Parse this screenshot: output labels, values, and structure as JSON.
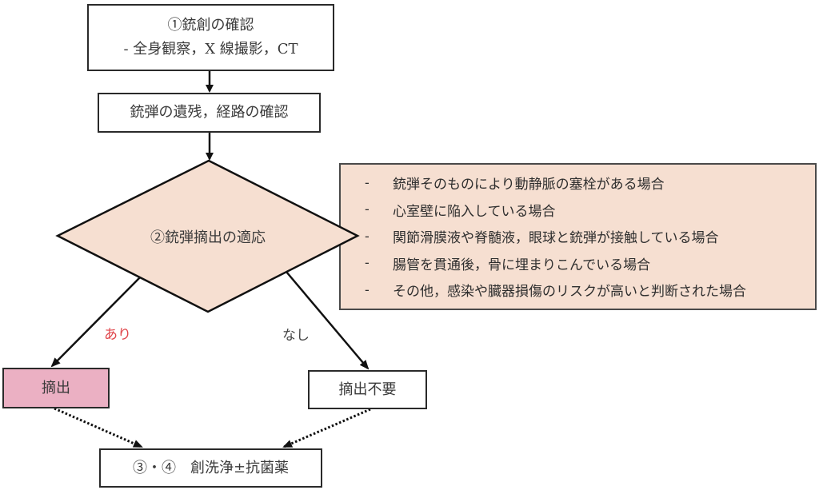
{
  "colors": {
    "diamond_fill": "#f6dfd1",
    "info_fill": "#f6dfd1",
    "extract_fill": "#ebb0c3",
    "yes_label": "#e0474c",
    "line": "#111111"
  },
  "steps": {
    "wound_check": {
      "title": "①銃創の確認",
      "detail": "- 全身観察，X 線撮影，CT"
    },
    "bullet_check": {
      "label": "銃弾の遺残，経路の確認"
    },
    "decision": {
      "label": "②銃弾摘出の適応"
    },
    "branches": {
      "yes": "あり",
      "no": "なし"
    },
    "extract": {
      "label": "摘出"
    },
    "no_extract": {
      "label": "摘出不要"
    },
    "final": {
      "label": "③・④　創洗浄±抗菌薬"
    }
  },
  "indications": {
    "bullet": "-",
    "items": [
      "銃弾そのものにより動静脈の塞栓がある場合",
      "心室壁に陥入している場合",
      "関節滑膜液や脊髄液，眼球と銃弾が接触している場合",
      "腸管を貫通後，骨に埋まりこんでいる場合",
      "その他，感染や臓器損傷のリスクが高いと判断された場合"
    ]
  }
}
